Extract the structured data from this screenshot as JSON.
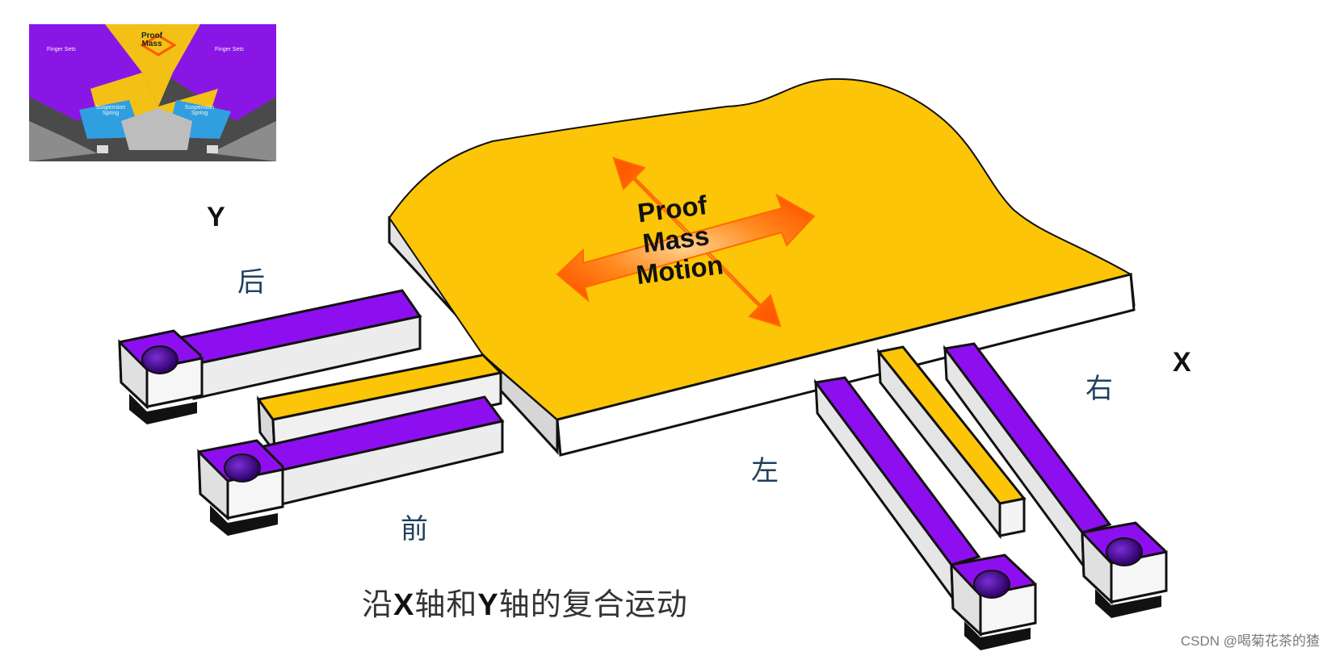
{
  "thumbnail": {
    "label_left": "Finger Sets",
    "label_right": "Finger Sets",
    "label_center_line1": "Proof",
    "label_center_line2": "Mass",
    "spring_left_line1": "Suspension",
    "spring_left_line2": "Spring",
    "spring_right_line1": "Suspension",
    "spring_right_line2": "Spring"
  },
  "diagram": {
    "proof_mass_line1": "Proof",
    "proof_mass_line2": "Mass",
    "proof_mass_line3": "Motion",
    "axis_y": "Y",
    "axis_x": "X",
    "label_back": "后",
    "label_front": "前",
    "label_left": "左",
    "label_right": "右"
  },
  "caption": {
    "part1": "沿",
    "x": "X",
    "part2": "轴和",
    "y": "Y",
    "part3": "轴的复合运动"
  },
  "watermark": "CSDN @喝菊花茶的猹",
  "colors": {
    "proof_mass": "#fcc507",
    "finger": "#8d0ff0",
    "side": "#e6e6e6",
    "arrow": "#ff7a1a"
  }
}
